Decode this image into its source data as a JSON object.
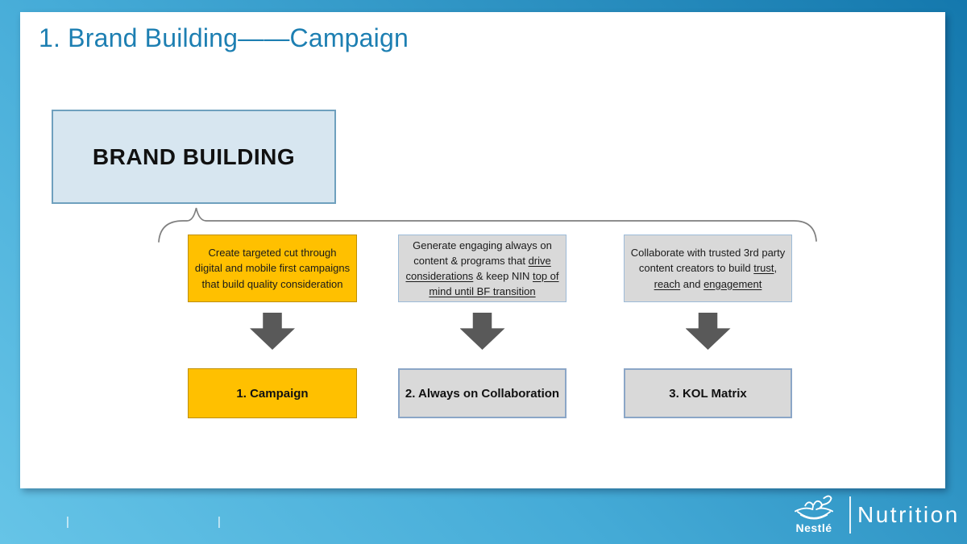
{
  "slide": {
    "title": "1. Brand Building——Campaign",
    "brand_box_label": "BRAND BUILDING"
  },
  "columns": [
    {
      "label": "1. Campaign",
      "desc": [
        {
          "text": "Create targeted cut through digital and mobile first campaigns that build quality consideration",
          "underline": false
        }
      ]
    },
    {
      "label": "2. Always on Collaboration",
      "desc": [
        {
          "text": "Generate engaging always on content & programs that ",
          "underline": false
        },
        {
          "text": "drive considerations",
          "underline": true
        },
        {
          "text": " & keep NIN ",
          "underline": false
        },
        {
          "text": "top of mind until BF transition",
          "underline": true
        }
      ]
    },
    {
      "label": "3. KOL Matrix",
      "desc": [
        {
          "text": "Collaborate with trusted 3rd party content creators to build ",
          "underline": false
        },
        {
          "text": "trust",
          "underline": true
        },
        {
          "text": ", ",
          "underline": false
        },
        {
          "text": "reach",
          "underline": true
        },
        {
          "text": " and ",
          "underline": false
        },
        {
          "text": "engagement",
          "underline": true
        }
      ]
    }
  ],
  "footer": {
    "page_markers": [
      "|",
      "|"
    ],
    "logo_brand": "Nestlé",
    "logo_division": "Nutrition"
  },
  "colors": {
    "title_blue": "#1d7fb2",
    "brand_box_fill": "#d7e6f0",
    "brand_box_border": "#6fa0be",
    "accent_orange": "#ffc000",
    "orange_border": "#bf8f00",
    "gray_fill": "#d9d9d9",
    "steel_blue_border": "#8ba6c7",
    "arrow_gray": "#595959",
    "frame_gradient_light": "#66c4e7",
    "frame_gradient_dark": "#1478ad"
  }
}
